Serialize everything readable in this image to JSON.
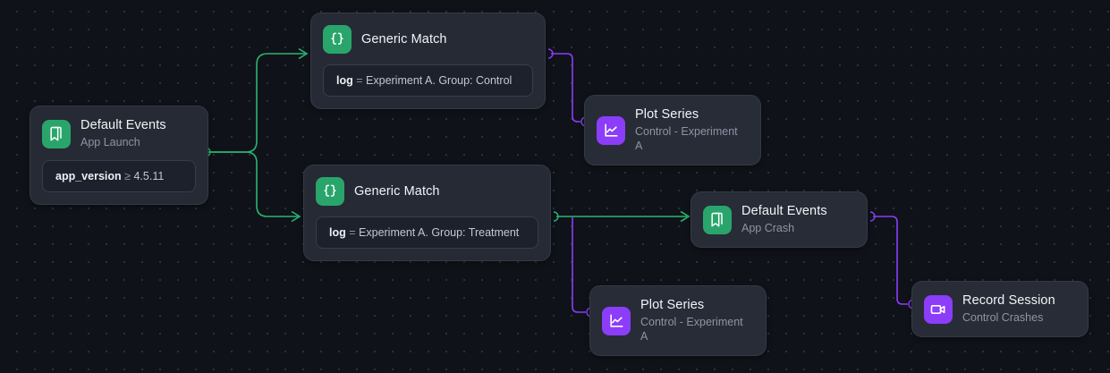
{
  "canvas": {
    "background_color": "#0f1218",
    "grid_dot_color": "#2b313c",
    "edge_colors": {
      "green": "#2bb673",
      "purple": "#8b3dfa"
    }
  },
  "nodes": [
    {
      "id": "default-events-launch",
      "title": "Default Events",
      "subtitle": "App Launch",
      "icon": "bookmark-icon",
      "icon_color": "#29a56c",
      "tag": {
        "key": "app_version",
        "operator": "≥",
        "value": "4.5.11"
      }
    },
    {
      "id": "generic-match-control",
      "title": "Generic Match",
      "subtitle": "",
      "icon": "curly-braces-icon",
      "icon_color": "#29a56c",
      "tag": {
        "key": "log",
        "operator": "=",
        "value": "Experiment A. Group: Control"
      }
    },
    {
      "id": "generic-match-treatment",
      "title": "Generic Match",
      "subtitle": "",
      "icon": "curly-braces-icon",
      "icon_color": "#29a56c",
      "tag": {
        "key": "log",
        "operator": "=",
        "value": "Experiment A. Group: Treatment"
      }
    },
    {
      "id": "plot-series-top",
      "title": "Plot Series",
      "subtitle": "Control - Experiment A",
      "icon": "line-chart-icon",
      "icon_color": "#8b3dfa"
    },
    {
      "id": "plot-series-bottom",
      "title": "Plot Series",
      "subtitle": "Control - Experiment A",
      "icon": "line-chart-icon",
      "icon_color": "#8b3dfa"
    },
    {
      "id": "default-events-crash",
      "title": "Default Events",
      "subtitle": "App Crash",
      "icon": "bookmark-icon",
      "icon_color": "#29a56c"
    },
    {
      "id": "record-session",
      "title": "Record Session",
      "subtitle": "Control Crashes",
      "icon": "video-camera-icon",
      "icon_color": "#8b3dfa"
    }
  ],
  "edges": [
    {
      "from": "default-events-launch",
      "to": "generic-match-control",
      "color": "#2bb673"
    },
    {
      "from": "default-events-launch",
      "to": "generic-match-treatment",
      "color": "#2bb673"
    },
    {
      "from": "generic-match-control",
      "to": "plot-series-top",
      "color": "#8b3dfa"
    },
    {
      "from": "generic-match-treatment",
      "to": "default-events-crash",
      "color": "#2bb673"
    },
    {
      "from": "generic-match-treatment",
      "to": "plot-series-bottom",
      "color": "#8b3dfa"
    },
    {
      "from": "default-events-crash",
      "to": "record-session",
      "color": "#8b3dfa"
    }
  ]
}
